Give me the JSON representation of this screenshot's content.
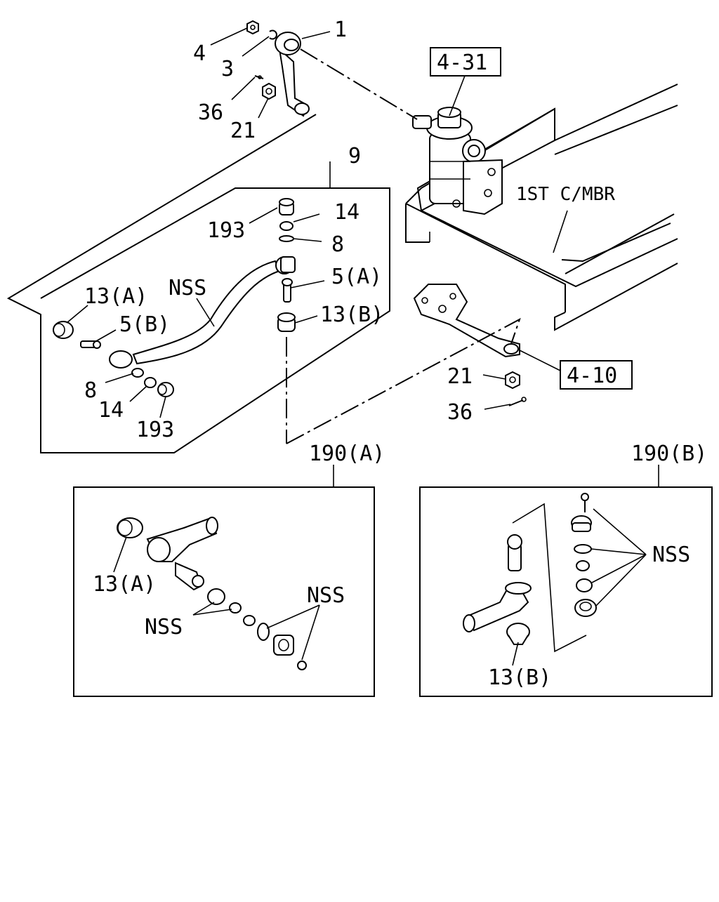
{
  "callouts": {
    "c1": "1",
    "c3": "3",
    "c4": "4",
    "c36_top": "36",
    "c21_top": "21",
    "c9": "9",
    "c193_top": "193",
    "c14_top": "14",
    "c8_top": "8",
    "c5a": "5(A)",
    "c13b_top": "13(B)",
    "c13a_top": "13(A)",
    "c_nss_rod": "NSS",
    "c5b": "5(B)",
    "c8_bottom": "8",
    "c14_bottom": "14",
    "c193_bottom": "193",
    "c21_bottom": "21",
    "c36_bottom": "36"
  },
  "references": {
    "ref_4_31": "4-31",
    "ref_4_10": "4-10",
    "frame_label": "1ST C/MBR"
  },
  "detail_a": {
    "title": "190(A)",
    "part_13a": "13(A)",
    "nss_left": "NSS",
    "nss_right": "NSS"
  },
  "detail_b": {
    "title": "190(B)",
    "nss": "NSS",
    "part_13b": "13(B)"
  }
}
